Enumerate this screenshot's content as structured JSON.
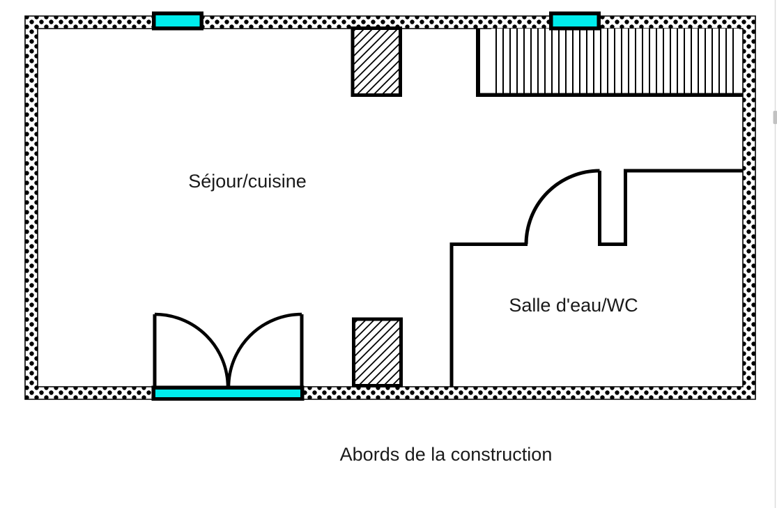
{
  "page": {
    "background": "#ffffff"
  },
  "plan": {
    "labels": {
      "living_room": "Séjour/cuisine",
      "bathroom": "Salle d'eau/WC",
      "caption": "Abords de la construction"
    },
    "colors": {
      "wall_line": "#000000",
      "glazing": "#00ecec",
      "text": "#1a1a1a"
    },
    "features": [
      "checkered-exterior-wall",
      "window-top-left",
      "window-top-right",
      "glazed-entrance-double-door-with-swing-arcs",
      "hatched-pier-top",
      "hatched-pier-bottom",
      "vertical-striped-wall-section-top-right",
      "bathroom-partition-with-door-swing"
    ]
  },
  "scrollbar": {
    "track_color": "#dcdcdc",
    "thumb_color": "#c2c2c2"
  }
}
